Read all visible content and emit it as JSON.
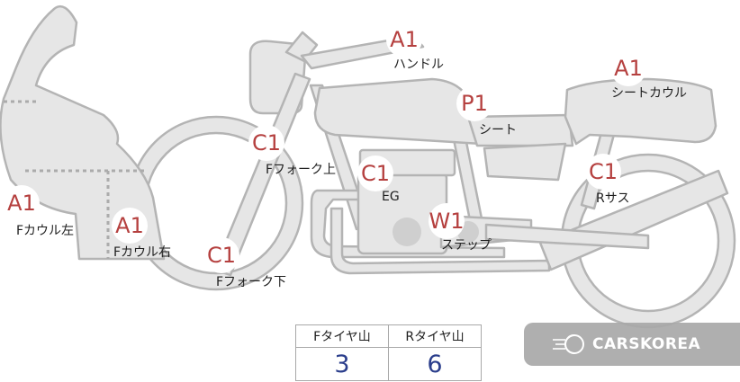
{
  "parts": [
    {
      "key": "handle",
      "grade": "A1",
      "label": "ハンドル"
    },
    {
      "key": "seat_cowl",
      "grade": "A1",
      "label": "シートカウル"
    },
    {
      "key": "seat",
      "grade": "P1",
      "label": "シート"
    },
    {
      "key": "f_fork_upper",
      "grade": "C1",
      "label": "Fフォーク上"
    },
    {
      "key": "engine",
      "grade": "C1",
      "label": "EG"
    },
    {
      "key": "r_suspension",
      "grade": "C1",
      "label": "Rサス"
    },
    {
      "key": "f_cowl_left",
      "grade": "A1",
      "label": "Fカウル左"
    },
    {
      "key": "f_cowl_right",
      "grade": "A1",
      "label": "Fカウル右"
    },
    {
      "key": "step",
      "grade": "W1",
      "label": "ステップ"
    },
    {
      "key": "f_fork_lower",
      "grade": "C1",
      "label": "Fフォーク下"
    }
  ],
  "tyres": {
    "front_label": "Fタイヤ山",
    "rear_label": "Rタイヤ山",
    "front_value": "3",
    "rear_value": "6"
  },
  "brand": {
    "name": "CARSKOREA"
  },
  "colors": {
    "grade": "#b5403f",
    "tyre_value": "#2b3e8c",
    "body": "#e6e6e6",
    "outline": "#b4b4b4"
  }
}
